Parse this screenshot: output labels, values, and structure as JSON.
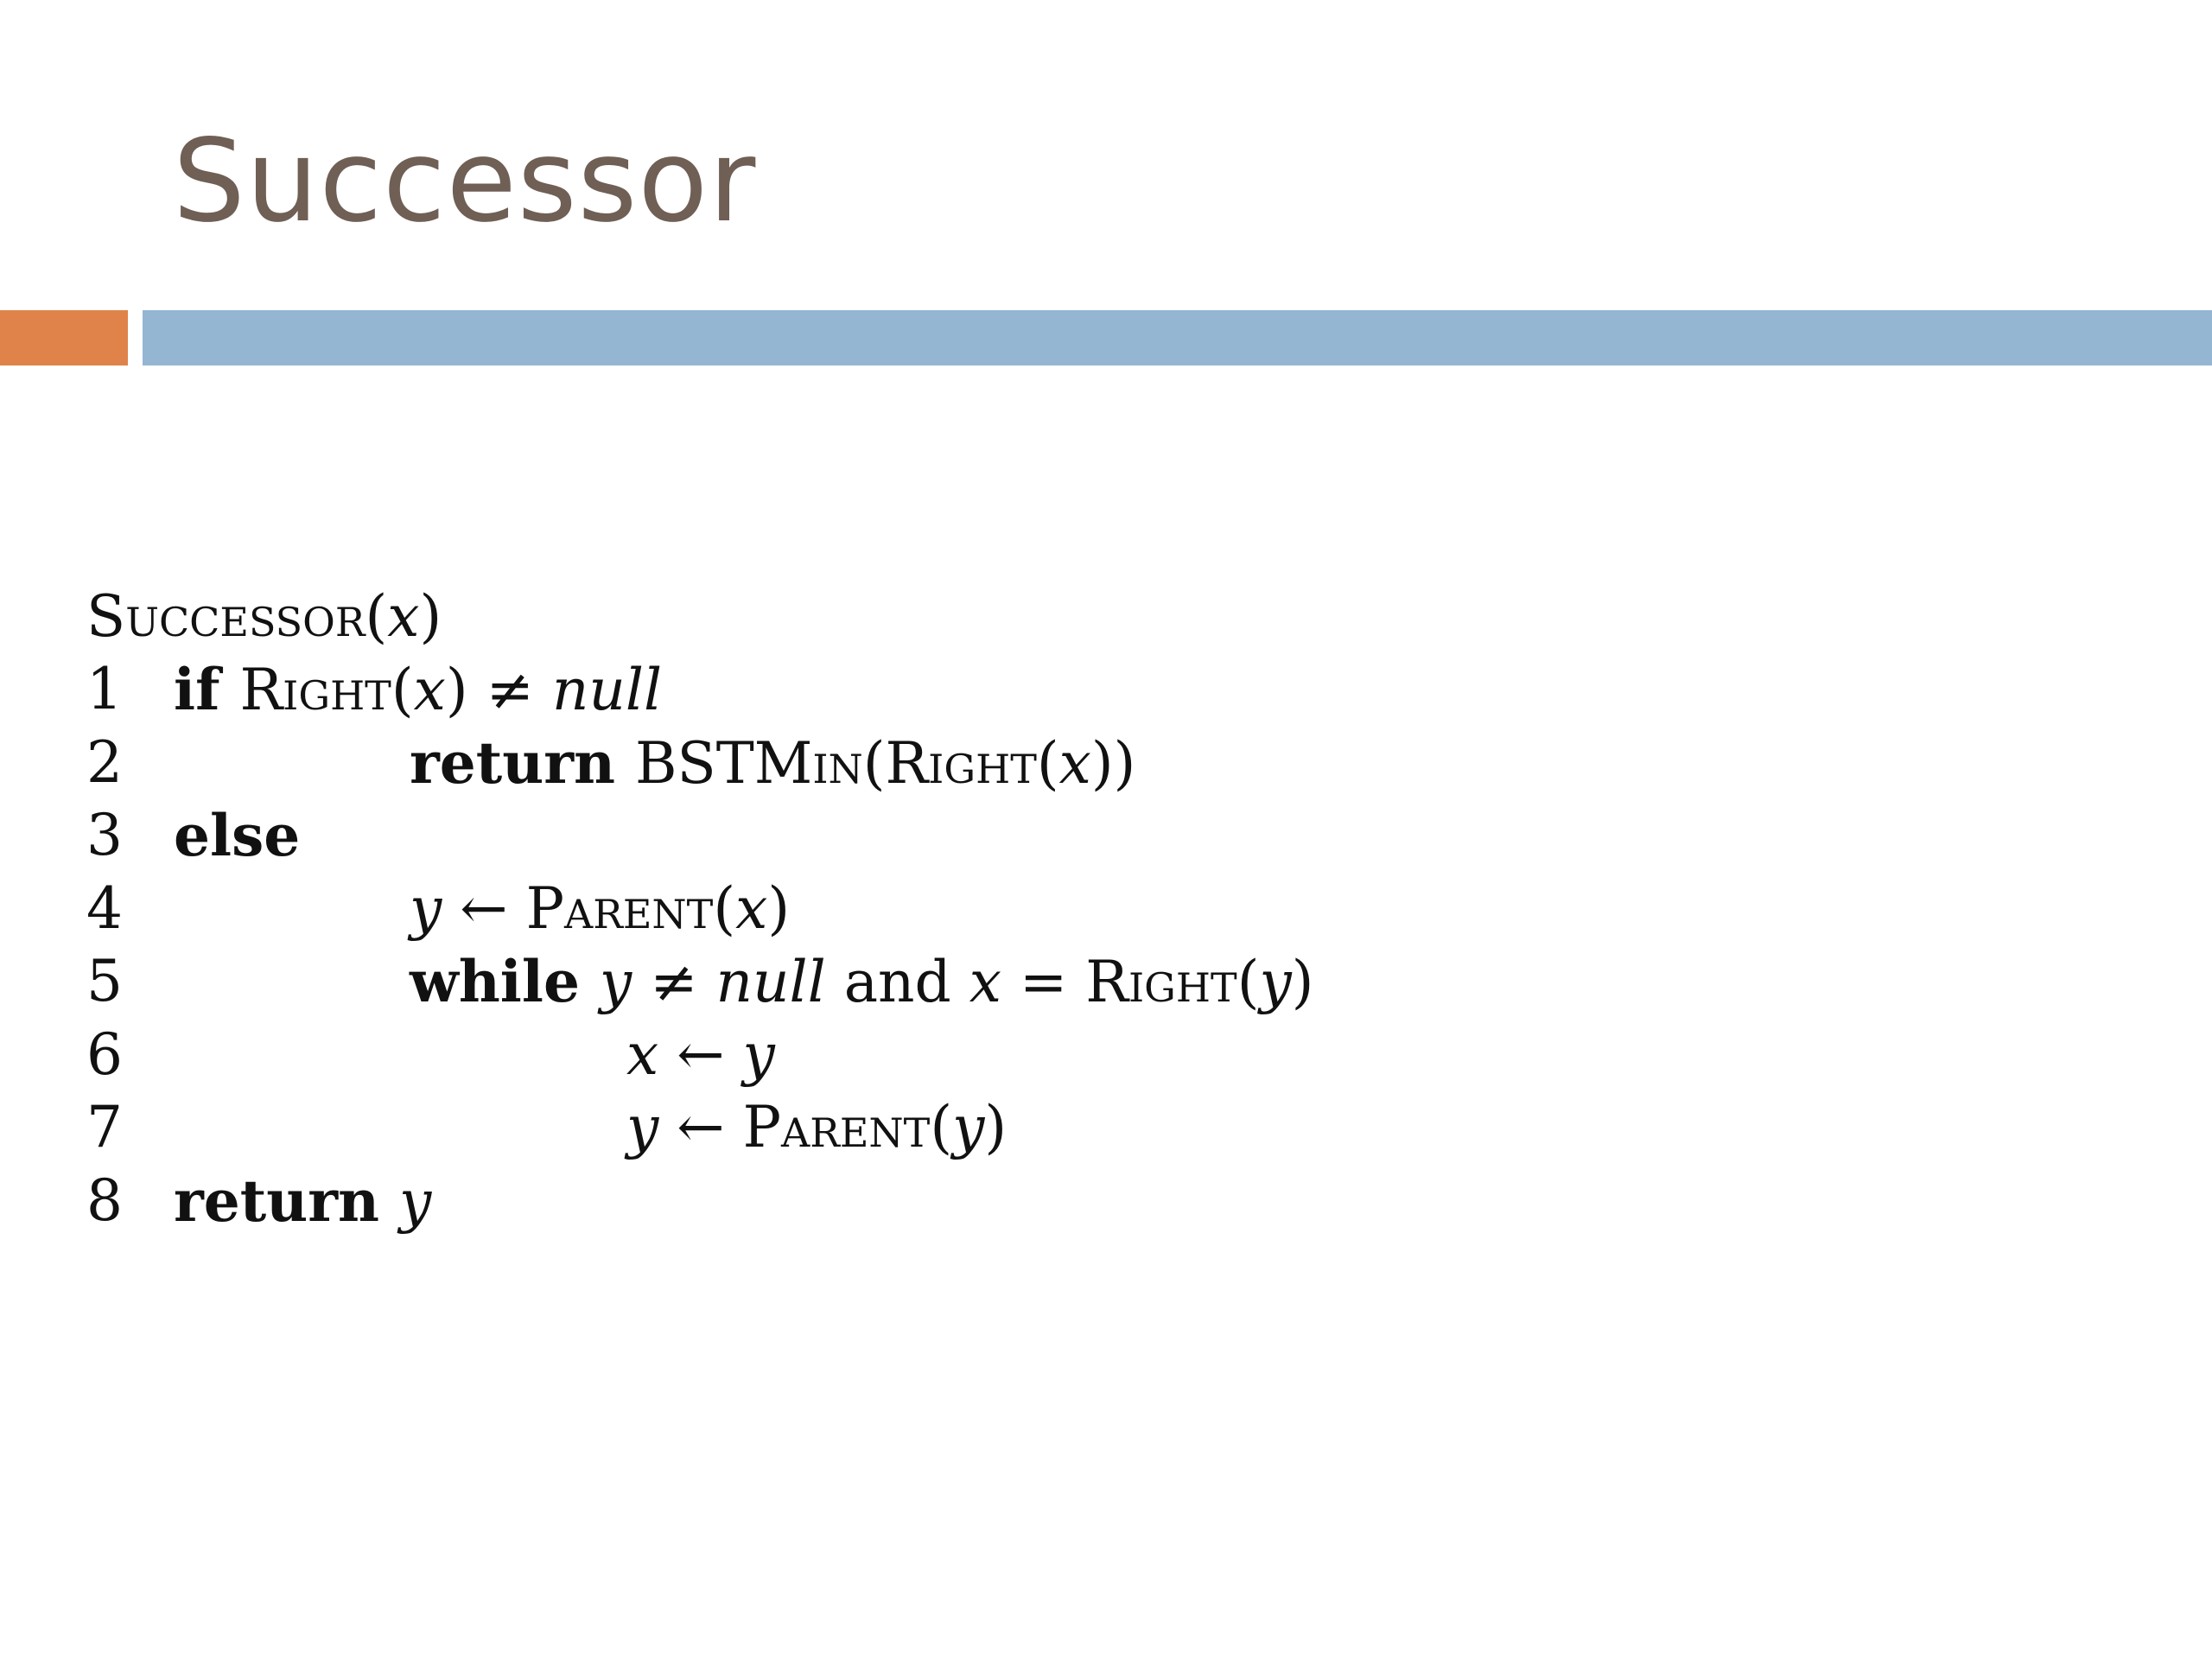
{
  "slide": {
    "title": "Successor",
    "accent_colors": {
      "title_text": "#6f5f55",
      "orange_bar": "#e0834a",
      "blue_bar": "#94b6d3"
    }
  },
  "pseudocode": {
    "header": {
      "proc": "Successor",
      "arg_open": "(",
      "arg": "x",
      "arg_close": ")"
    },
    "lines": [
      {
        "num": "1",
        "indent": 0,
        "t": [
          [
            "kw",
            "if "
          ],
          [
            "sc",
            "Right"
          ],
          [
            "rm",
            "("
          ],
          [
            "mi",
            "x"
          ],
          [
            "rm",
            ") ≠ "
          ],
          [
            "mi",
            "null"
          ]
        ]
      },
      {
        "num": "2",
        "indent": 1,
        "t": [
          [
            "kw",
            "return "
          ],
          [
            "rm",
            "BSTM"
          ],
          [
            "sc",
            "in"
          ],
          [
            "rm",
            "("
          ],
          [
            "sc",
            "Right"
          ],
          [
            "rm",
            "("
          ],
          [
            "mi",
            "x"
          ],
          [
            "rm",
            "))"
          ]
        ]
      },
      {
        "num": "3",
        "indent": 0,
        "t": [
          [
            "kw",
            "else"
          ]
        ]
      },
      {
        "num": "4",
        "indent": 1,
        "t": [
          [
            "mi",
            "y"
          ],
          [
            "rm",
            " ← "
          ],
          [
            "sc",
            "Parent"
          ],
          [
            "rm",
            "("
          ],
          [
            "mi",
            "x"
          ],
          [
            "rm",
            ")"
          ]
        ]
      },
      {
        "num": "5",
        "indent": 1,
        "t": [
          [
            "kw",
            "while "
          ],
          [
            "mi",
            "y"
          ],
          [
            "rm",
            " ≠ "
          ],
          [
            "mi",
            "null"
          ],
          [
            "rm",
            " and "
          ],
          [
            "mi",
            "x"
          ],
          [
            "rm",
            " = "
          ],
          [
            "sc",
            "Right"
          ],
          [
            "rm",
            "("
          ],
          [
            "mi",
            "y"
          ],
          [
            "rm",
            ")"
          ]
        ]
      },
      {
        "num": "6",
        "indent": 2,
        "t": [
          [
            "mi",
            "x"
          ],
          [
            "rm",
            " ← "
          ],
          [
            "mi",
            "y"
          ]
        ]
      },
      {
        "num": "7",
        "indent": 2,
        "t": [
          [
            "mi",
            "y"
          ],
          [
            "rm",
            " ← "
          ],
          [
            "sc",
            "Parent"
          ],
          [
            "rm",
            "("
          ],
          [
            "mi",
            "y"
          ],
          [
            "rm",
            ")"
          ]
        ]
      },
      {
        "num": "8",
        "indent": 0,
        "t": [
          [
            "kw",
            "return "
          ],
          [
            "mi",
            "y"
          ]
        ]
      }
    ]
  }
}
